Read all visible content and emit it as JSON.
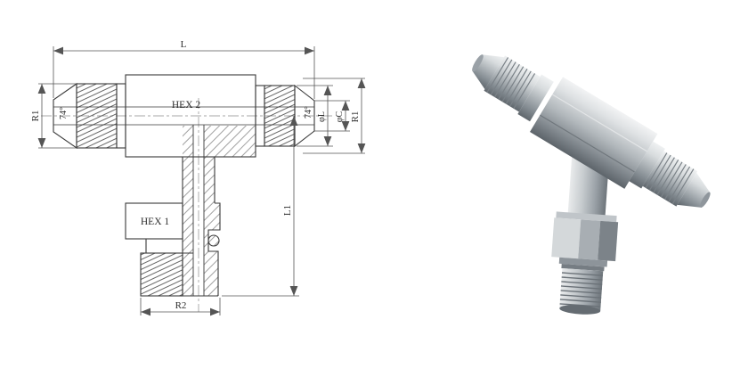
{
  "figure": {
    "background": "#ffffff"
  },
  "technical_drawing": {
    "description_name": "tee-fitting-half-section-drawing",
    "labels": {
      "length_overall": "L",
      "thread_left": "R1",
      "flare_angle_left": "74°",
      "hex_body": "HEX 2",
      "flare_angle_right": "74°",
      "thread_dia": "φL",
      "cone_dia": "φC",
      "thread_right": "R1",
      "length_branch": "L1",
      "hex_nut": "HEX 1",
      "thread_bottom": "R2"
    },
    "line_color": "#3a3a3a",
    "dimension_color": "#555555",
    "hatch_color": "#777777"
  },
  "render_3d": {
    "description_name": "tee-fitting-3d-render",
    "body_color_light": "#eff1f2",
    "body_color_mid": "#b0b6ba",
    "body_color_dark": "#60676d"
  }
}
